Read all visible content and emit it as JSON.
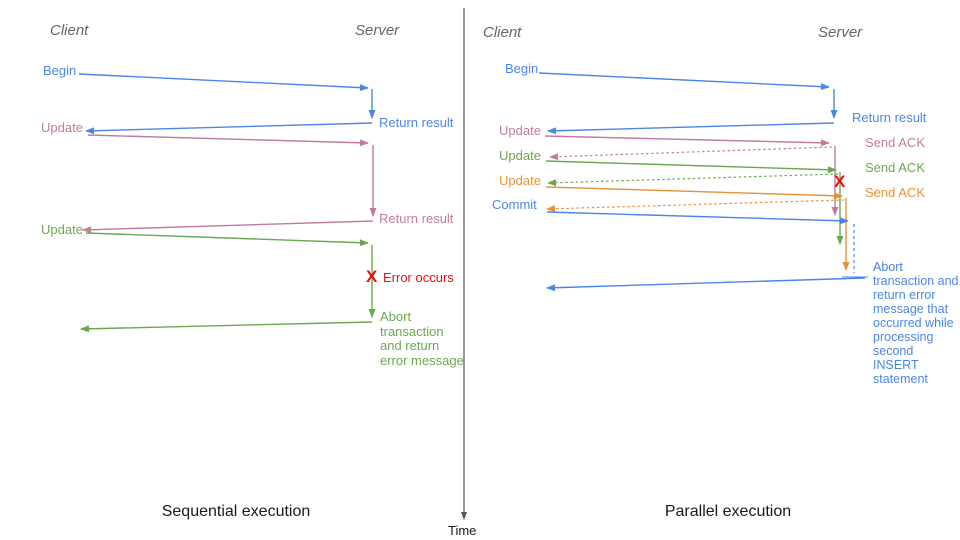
{
  "colors": {
    "blue": "#4a86e8",
    "pink": "#c27ba0",
    "green": "#6aa84f",
    "orange": "#e69138",
    "red": "#e51010",
    "gray": "#666666",
    "black": "#1a1a1a",
    "axis": "#555555"
  },
  "time_axis": {
    "label": "Time"
  },
  "left": {
    "title": "Sequential execution",
    "client_header": "Client",
    "server_header": "Server",
    "labels": {
      "begin": "Begin",
      "return_result_1": "Return result",
      "update_1": "Update",
      "return_result_2": "Return result",
      "update_2": "Update",
      "error_marker": "X",
      "error_text": "Error occurs",
      "abort": "Abort transaction and return error message"
    }
  },
  "right": {
    "title": "Parallel execution",
    "client_header": "Client",
    "server_header": "Server",
    "labels": {
      "begin": "Begin",
      "return_result": "Return result",
      "update_1": "Update",
      "send_ack_1": "Send ACK",
      "update_2": "Update",
      "send_ack_2": "Send ACK",
      "update_3": "Update",
      "send_ack_3": "Send ACK",
      "commit": "Commit",
      "error_marker": "X",
      "abort": "Abort transaction and return error message that occurred while processing second INSERT statement"
    }
  }
}
